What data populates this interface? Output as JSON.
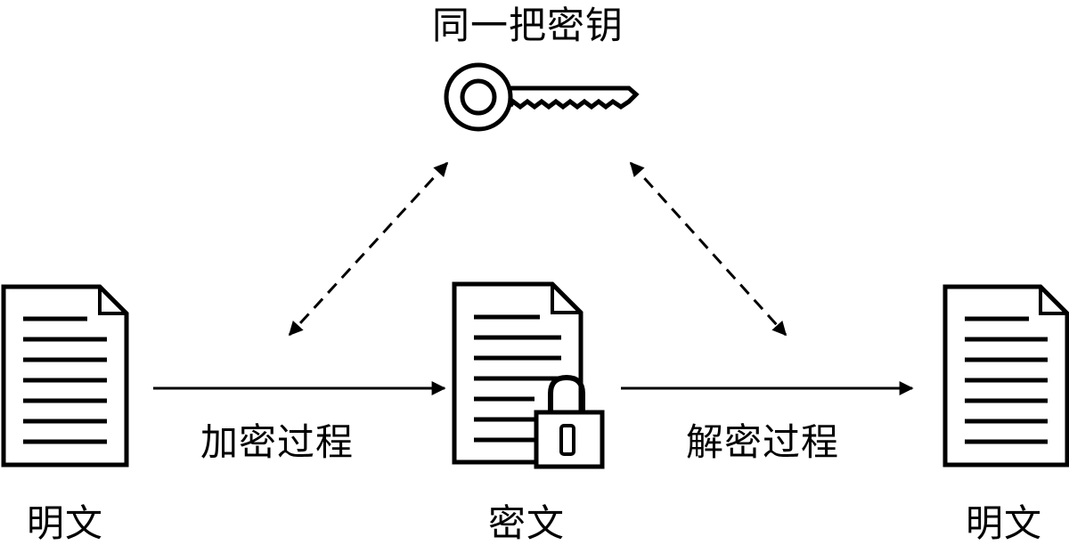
{
  "key": {
    "label": "同一把密钥"
  },
  "processes": {
    "encryption": "加密过程",
    "decryption": "解密过程"
  },
  "documents": {
    "plaintext_left": "明文",
    "ciphertext": "密文",
    "plaintext_right": "明文"
  },
  "colors": {
    "stroke": "#000000",
    "background": "#ffffff"
  },
  "icons": [
    "key-icon",
    "document-icon",
    "padlock-icon"
  ]
}
